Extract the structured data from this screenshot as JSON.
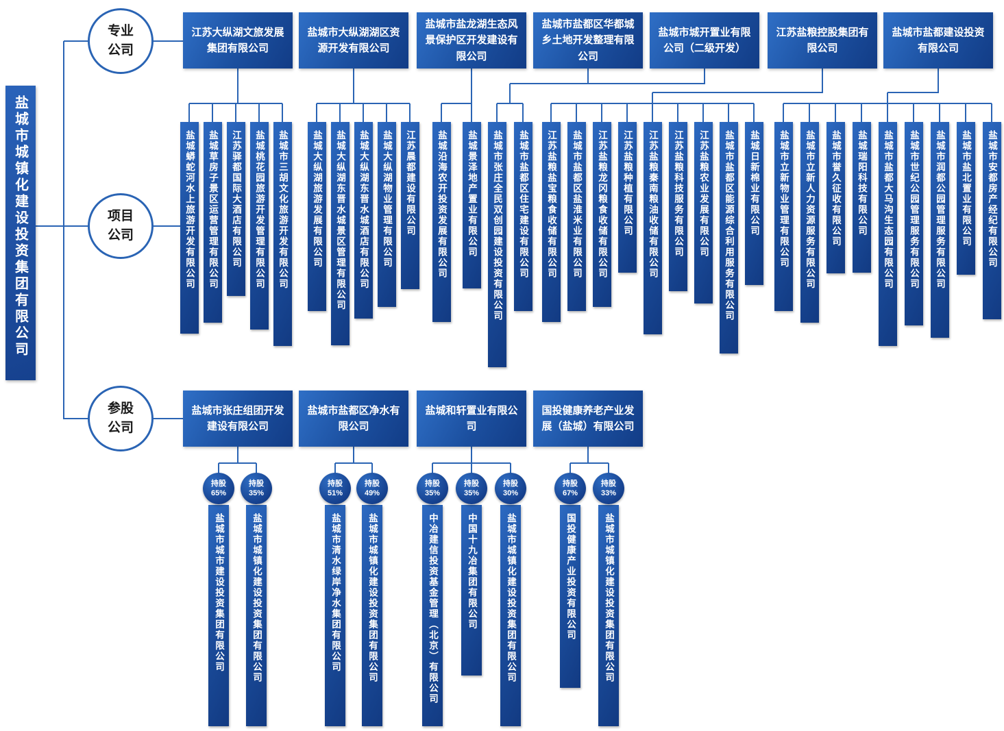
{
  "root": {
    "label": "盐城市城镇化建设投资集团有限公司"
  },
  "branches": {
    "professional": "专业公司",
    "project": "项目公司",
    "shareholding": "参股公司"
  },
  "labels": {
    "holding": "持股"
  },
  "colors": {
    "bar_blue_light": "#2e6cc2",
    "bar_blue_dark": "#123a82",
    "line_blue": "#2a64b4",
    "circle_text": "#1a1a1a",
    "background": "#ffffff"
  },
  "professional_companies": [
    "江苏大纵湖文旅发展集团有限公司",
    "盐城市大纵湖湖区资源开发有限公司",
    "盐城市盐龙湖生态风景保护区开发建设有限公司",
    "盐城市盐都区华都城乡土地开发整理有限公司",
    "盐城市城开置业有限公司（二级开发）",
    "江苏盐粮控股集团有限公司",
    "盐城市盐都建设投资有限公司"
  ],
  "project_companies": [
    [
      "盐城蟒蛇河水上旅游开发有限公司",
      "盐城草房子景区运营管理有限公司",
      "江苏驿都国际大酒店有限公司",
      "盐城桃花园旅游开发管理有限公司",
      "盐城市三胡文化旅游开发有限公司"
    ],
    [
      "盐城大纵湖旅游发展有限公司",
      "盐城大纵湖东晋水城景区管理有限公司",
      "盐城大纵湖东晋水城酒店有限公司",
      "盐城大纵湖物业管理有限公司",
      "江苏晨都建设有限公司"
    ],
    [
      "盐城沿海农开投资发展有限公司",
      "盐城景泽地产置业有限公司"
    ],
    [
      "盐城市张庄全民双创园建设投资有限公司",
      "盐城市盐都区住宅建设有限公司"
    ],
    [
      "江苏盐粮盐宝粮食收储有限公司",
      "盐城市盐都区盐淮米业有限公司",
      "江苏盐粮龙冈粮食收储有限公司",
      "江苏盐粮种植有限公司",
      "江苏盐粮秦南粮油收储有限公司",
      "江苏盐粮科技服务有限公司",
      "江苏盐粮农业发展有限公司",
      "盐城市盐都区能源综合利用服务有限公司",
      "盐城日新棉业有限公司"
    ],
    [
      "盐城市立新物业管理有限公司",
      "盐城市立新人力资源服务有限公司",
      "盐城市誉久征收有限公司",
      "盐城瑞阳科技有限公司",
      "盐城市盐都大马沟生态园有限公司",
      "盐城市世纪公园管理服务有限公司",
      "盐城市润都公园管理服务有限公司",
      "盐城市盐北置业有限公司",
      "盐城市安都房产经纪有限公司"
    ]
  ],
  "shareholding_companies": [
    {
      "company": "盐城市张庄组团开发建设有限公司",
      "holdings": [
        {
          "pct": "65%",
          "subsidiary": "盐城市城市建设投资集团有限公司"
        },
        {
          "pct": "35%",
          "subsidiary": "盐城市城镇化建设投资集团有限公司"
        }
      ]
    },
    {
      "company": "盐城市盐都区净水有限公司",
      "holdings": [
        {
          "pct": "51%",
          "subsidiary": "盐城市清水绿岸净水集团有限公司"
        },
        {
          "pct": "49%",
          "subsidiary": "盐城市城镇化建设投资集团有限公司"
        }
      ]
    },
    {
      "company": "盐城和轩置业有限公司",
      "holdings": [
        {
          "pct": "35%",
          "subsidiary": "中冶建信投资基金管理（北京）有限公司"
        },
        {
          "pct": "35%",
          "subsidiary": "中国十九冶集团有限公司"
        },
        {
          "pct": "30%",
          "subsidiary": "盐城市城镇化建设投资集团有限公司"
        }
      ]
    },
    {
      "company": "国投健康养老产业发展（盐城）有限公司",
      "holdings": [
        {
          "pct": "67%",
          "subsidiary": "国投健康产业投资有限公司"
        },
        {
          "pct": "33%",
          "subsidiary": "盐城市城镇化建设投资集团有限公司"
        }
      ]
    }
  ]
}
